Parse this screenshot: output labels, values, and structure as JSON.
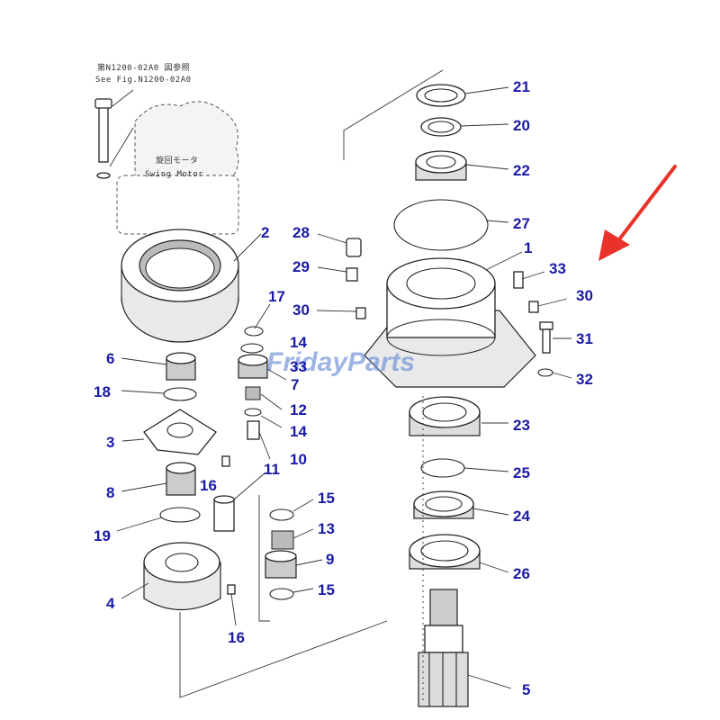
{
  "notes": {
    "line1": "第N1200-02A0 図参照",
    "line2": "See Fig.N1200-02A0",
    "motor_jp": "旋回モータ",
    "motor_en": "Swing Motor"
  },
  "watermark": "FridayParts",
  "callouts": [
    "21",
    "20",
    "22",
    "27",
    "1",
    "33",
    "30",
    "31",
    "32",
    "28",
    "29",
    "30",
    "2",
    "17",
    "14",
    "33",
    "7",
    "12",
    "14",
    "10",
    "6",
    "18",
    "3",
    "16",
    "11",
    "8",
    "19",
    "15",
    "13",
    "9",
    "15",
    "4",
    "16",
    "23",
    "25",
    "24",
    "26",
    "5"
  ],
  "colors": {
    "callout": "#1a1aa8",
    "arrow": "#e8322a",
    "watermark": "#6b8ed6"
  }
}
